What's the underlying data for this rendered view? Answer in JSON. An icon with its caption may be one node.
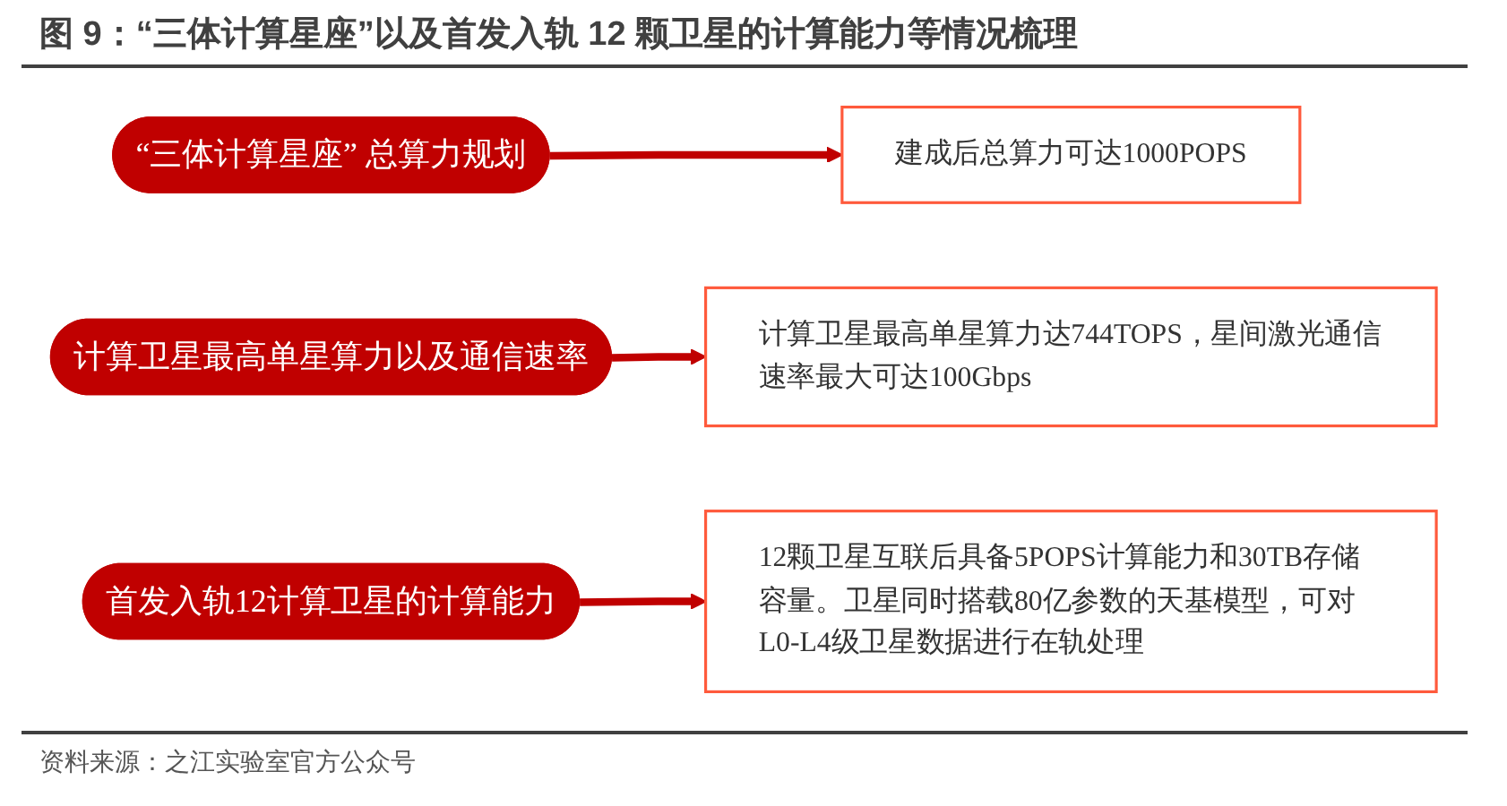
{
  "diagram": {
    "title": "图 9：“三体计算星座”以及首发入轨 12 颗卫星的计算能力等情况梳理",
    "caption": "资料来源：之江实验室官方公众号",
    "nodes": [
      {
        "text": [
          "“三体计算星座” 总算力规划"
        ]
      },
      {
        "text": [
          "建成后总算力可达1000POPS"
        ]
      },
      {
        "text": [
          "计算卫星最高单星算力以及通信速率"
        ]
      },
      {
        "text": [
          "计算卫星最高单星算力达744TOPS，星间激光通信速率最大可达100Gbps"
        ]
      },
      {
        "text": [
          "首发入轨12计算卫星的计算能力"
        ]
      },
      {
        "text": [
          "12颗卫星互联后具备5POPS计算能力和30TB存储容量。卫星同时搭载80亿参数的天基模型，可对L0-L4级卫星数据进行在轨处理"
        ]
      }
    ],
    "edges": [
      {
        "from": 0,
        "to": 1,
        "arrow": "to"
      },
      {
        "from": 2,
        "to": 3,
        "arrow": "to"
      },
      {
        "from": 4,
        "to": 5,
        "arrow": "to"
      }
    ]
  }
}
